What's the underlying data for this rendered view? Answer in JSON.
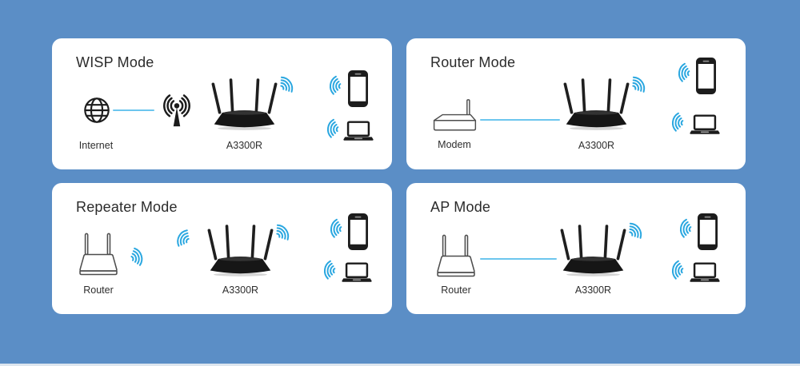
{
  "colors": {
    "background": "#5b8ec6",
    "panel": "#ffffff",
    "wifi": "#2aa7e0",
    "link_line": "#6cc6ee",
    "icon_dark": "#1c1c1c",
    "device_outline": "#4d4d4d"
  },
  "panels": [
    {
      "id": "wisp",
      "title": "WISP Mode",
      "source_label": "Internet",
      "device_label": "A3300R"
    },
    {
      "id": "router",
      "title": "Router Mode",
      "source_label": "Modem",
      "device_label": "A3300R"
    },
    {
      "id": "repeater",
      "title": "Repeater Mode",
      "source_label": "Router",
      "device_label": "A3300R"
    },
    {
      "id": "ap",
      "title": "AP Mode",
      "source_label": "Router",
      "device_label": "A3300R"
    }
  ]
}
